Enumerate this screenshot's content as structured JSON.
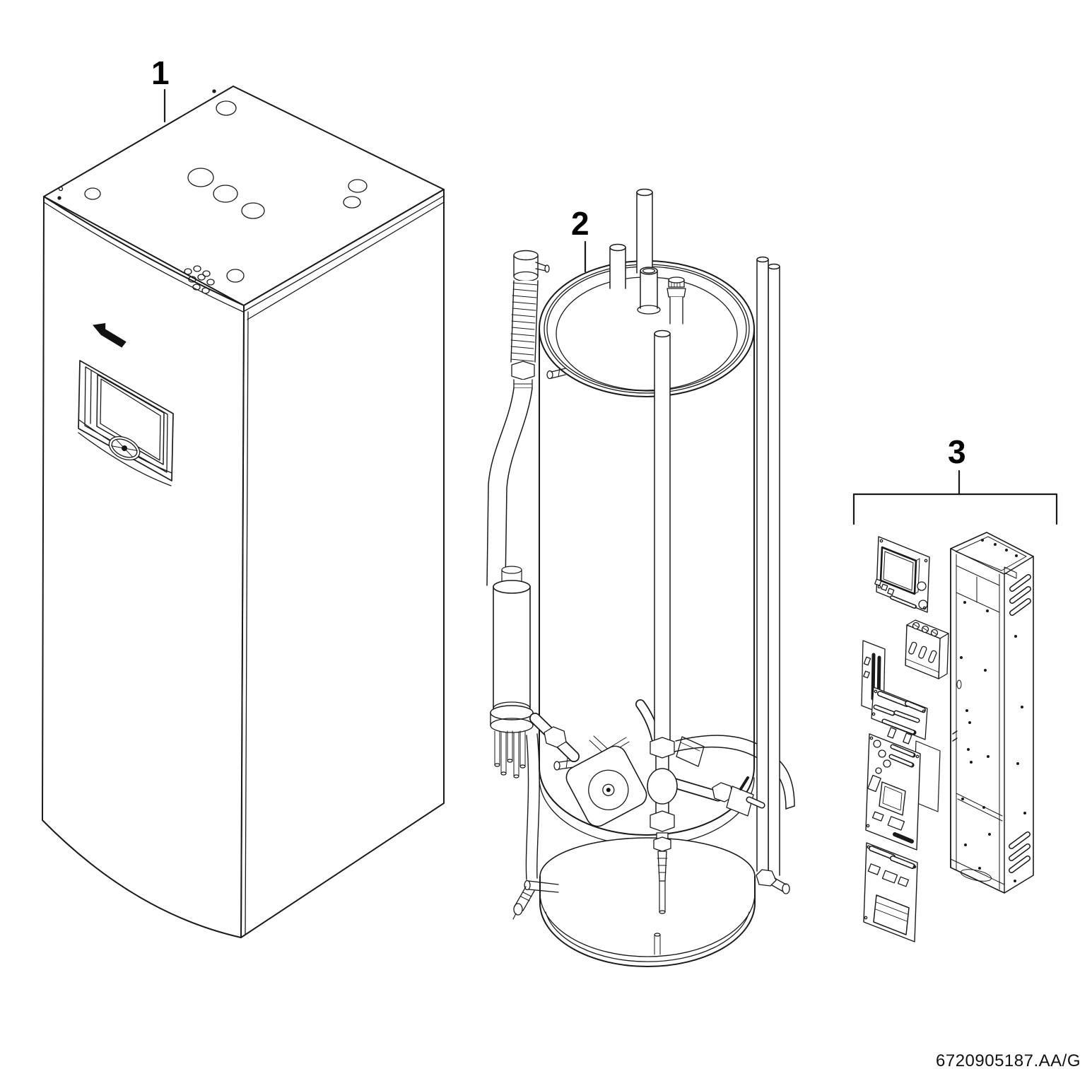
{
  "diagram": {
    "document_code": "6720905187.AA/G",
    "callouts": [
      {
        "label": "1",
        "part": "heat-pump-cabinet"
      },
      {
        "label": "2",
        "part": "storage-tank-assembly"
      },
      {
        "label": "3",
        "part": "electronics-and-mounting-chassis"
      }
    ],
    "colors": {
      "background": "#ffffff",
      "line": "#1a1a1a",
      "label": "#000000"
    }
  }
}
